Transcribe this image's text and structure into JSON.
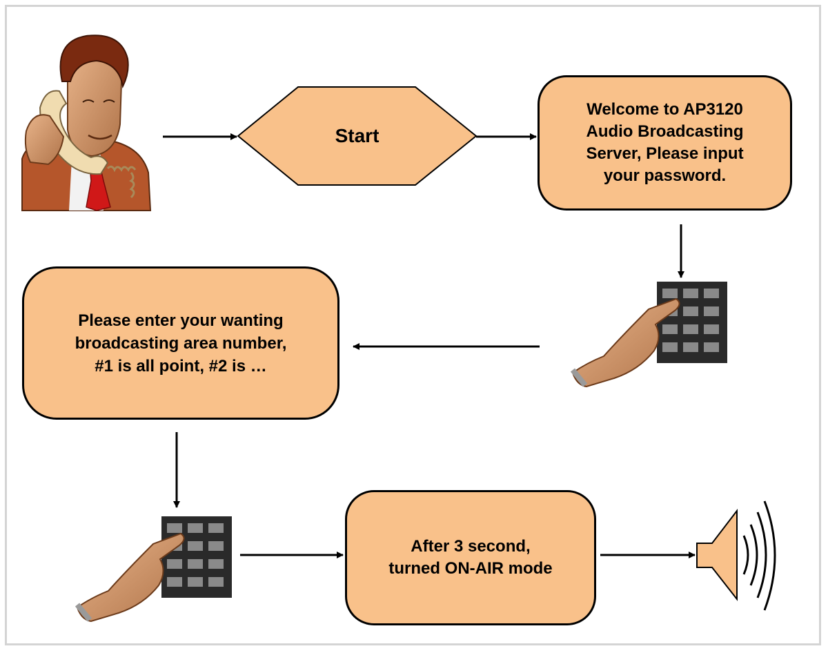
{
  "diagram": {
    "start_label": "Start",
    "welcome_message": "Welcome to AP3120\nAudio Broadcasting\nServer,  Please input\nyour password.",
    "area_prompt": "Please enter  your wanting\nbroadcasting area number,\n#1 is all point, #2 is …",
    "onair_message": "After 3 second,\nturned ON-AIR mode"
  },
  "colors": {
    "box_fill": "#f9c18a",
    "outline": "#000000",
    "frame": "#d4d4d4"
  },
  "icons": [
    "person-on-phone-icon",
    "keypad-hand-icon",
    "speaker-icon"
  ]
}
